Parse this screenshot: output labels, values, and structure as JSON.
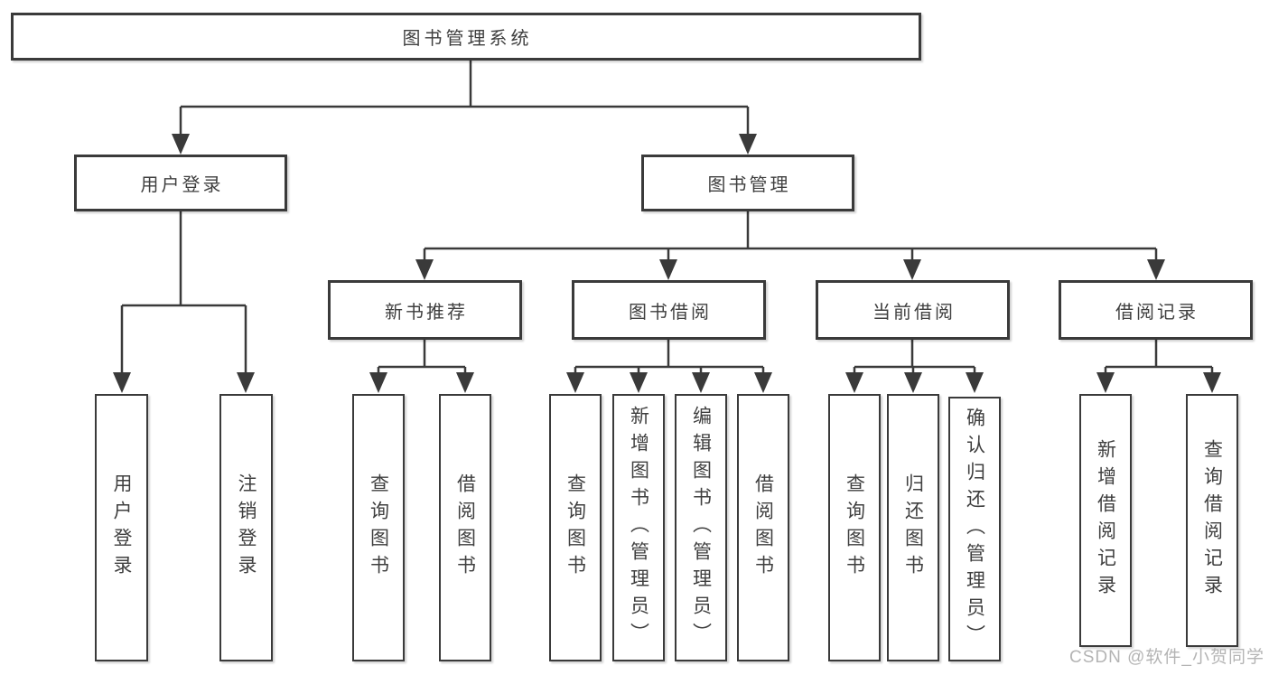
{
  "root": {
    "label": "图书管理系统"
  },
  "branches": {
    "user_login": {
      "label": "用户登录"
    },
    "book_management": {
      "label": "图书管理"
    }
  },
  "modules": {
    "new_book_recommend": {
      "label": "新书推荐"
    },
    "book_borrow": {
      "label": "图书借阅"
    },
    "current_borrow": {
      "label": "当前借阅"
    },
    "borrow_record": {
      "label": "借阅记录"
    }
  },
  "functions": {
    "user_login": [
      "用户登录",
      "注销登录"
    ],
    "new_book_recommend": [
      "查询图书",
      "借阅图书"
    ],
    "book_borrow": [
      "查询图书",
      "新增图书（管理员）",
      "编辑图书（管理员）",
      "借阅图书"
    ],
    "current_borrow": [
      "查询图书",
      "归还图书",
      "确认归还（管理员）"
    ],
    "borrow_record": [
      "新增借阅记录",
      "查询借阅记录"
    ]
  },
  "watermark": {
    "text": "CSDN @软件_小贺同学"
  },
  "colors": {
    "line": "#3a3a3a",
    "text": "#3f3f3f",
    "box_bg": "#ffffff",
    "watermark": "#b4b4b4"
  }
}
